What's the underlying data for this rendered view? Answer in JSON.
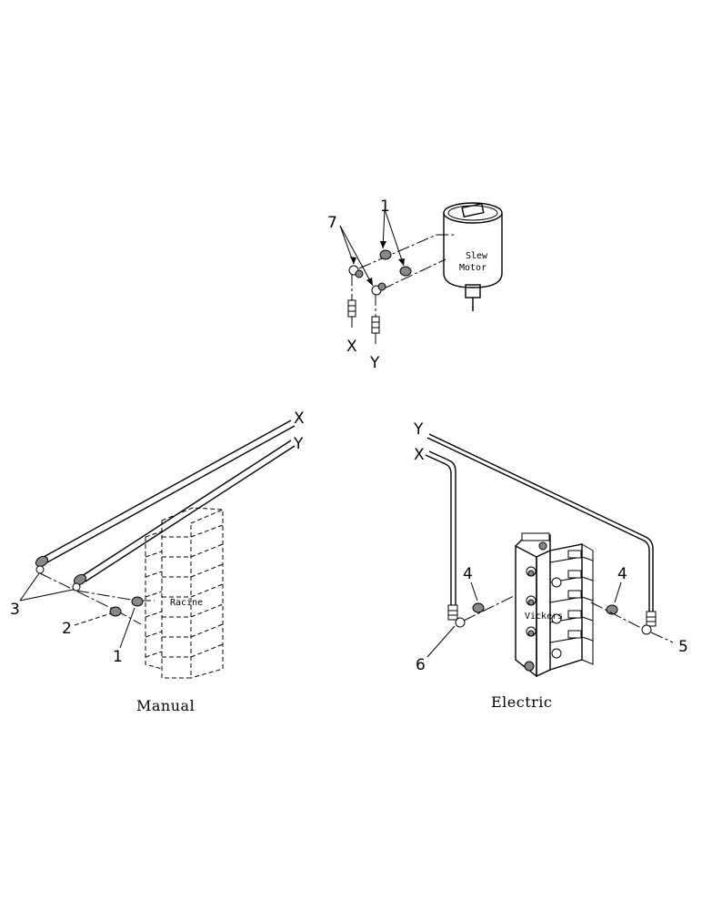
{
  "motor": {
    "label_line1": "Slew",
    "label_line2": "Motor",
    "callout_7": "7",
    "callout_1": "1",
    "port_x": "X",
    "port_y": "Y"
  },
  "manual": {
    "caption": "Manual",
    "valve_label": "Racine",
    "end_x": "X",
    "end_y": "Y",
    "callout_3": "3",
    "callout_2": "2",
    "callout_1": "1"
  },
  "electric": {
    "caption": "Electric",
    "valve_label": "Vickers",
    "end_y": "Y",
    "end_x": "X",
    "callout_4a": "4",
    "callout_4b": "4",
    "callout_5": "5",
    "callout_6": "6"
  }
}
